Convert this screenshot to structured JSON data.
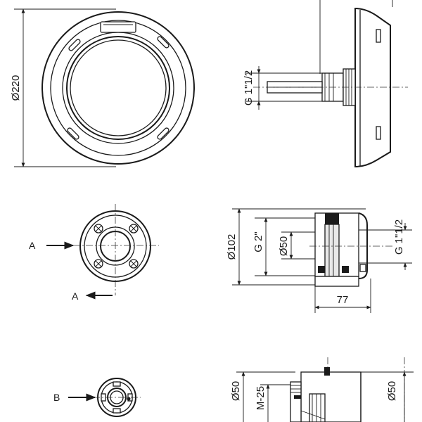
{
  "dimensions": {
    "top_diameter": "Ø220",
    "top_thread": "G 1\"1/2",
    "mid_diameter_outer": "Ø102",
    "mid_thread_inner": "G 2\"",
    "mid_diameter_inner": "Ø50",
    "mid_thread_right": "G 1\"1/2",
    "mid_length": "77",
    "bottom_diameter_left": "Ø50",
    "bottom_thread": "M-25",
    "bottom_diameter_right": "Ø50"
  },
  "labels": {
    "section_a_top": "A",
    "section_a_bottom": "A",
    "section_b": "B"
  }
}
